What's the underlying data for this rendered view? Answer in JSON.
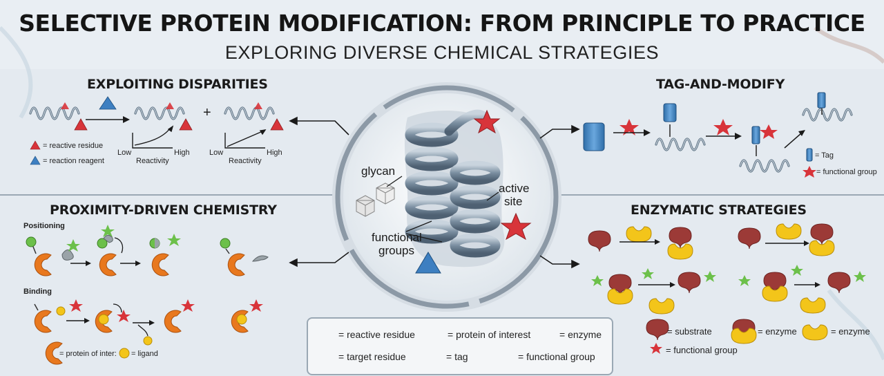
{
  "header": {
    "title": "SELECTIVE PROTEIN MODIFICATION: FROM PRINCIPLE TO PRACTICE",
    "subtitle": "EXPLORING DIVERSE CHEMICAL STRATEGIES"
  },
  "exploiting": {
    "title": "EXPLOITING DISPARITIES",
    "plus": "+",
    "graph1": {
      "low": "Low",
      "high": "High",
      "xlabel": "Reactivity"
    },
    "graph2": {
      "low": "Low",
      "high": "High",
      "xlabel": "Reactivity"
    },
    "legend_reactive": "= reactive residue",
    "legend_reagent": "= reaction reagent"
  },
  "tag_modify": {
    "title": "TAG-AND-MODIFY",
    "legend_tag": "= Tag",
    "legend_fg": "= functional group"
  },
  "proximity": {
    "title": "PROXIMITY-DRIVEN CHEMISTRY",
    "positioning": "Positioning",
    "binding": "Binding",
    "legend_protein": "= protein of inter:",
    "legend_ligand": "= ligand"
  },
  "enzymatic": {
    "title": "ENZYMATIC STRATEGIES",
    "legend_substrate": "= substrate",
    "legend_enzyme1": "= enzyme",
    "legend_enzyme2": "= enzyme",
    "legend_fg": "= functional group"
  },
  "center": {
    "glycan": "glycan",
    "active_line1": "active",
    "active_line2": "site",
    "fg_line1": "functional",
    "fg_line2": "groups"
  },
  "legend": {
    "reactive_residue": "= reactive residue",
    "protein_of_interest": "= protein of interest",
    "enzyme": "= enzyme",
    "target_residue": "= target residue",
    "tag": "= tag",
    "functional_group": "= functional group"
  },
  "colors": {
    "red": "#d8343a",
    "blue": "#3d7fc1",
    "orange": "#e8781e",
    "yellow": "#f3c51a",
    "green": "#6cc04a",
    "maroon": "#9c3a37",
    "gray": "#9aa3a8"
  }
}
